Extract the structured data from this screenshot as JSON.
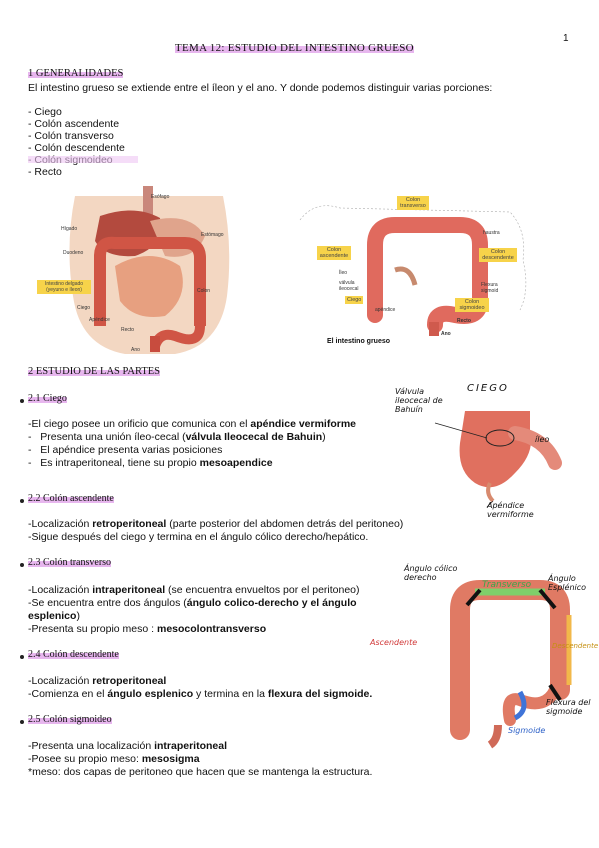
{
  "page_number": "1",
  "title": "TEMA 12: ESTUDIO DEL INTESTINO GRUESO",
  "s1": {
    "heading": "1 GENERALIDADES",
    "intro": "El intestino grueso se extiende entre el íleon y el ano. Y donde podemos distinguir varias porciones:",
    "items": [
      "- Ciego",
      "- Colón ascendente",
      "- Colón transverso",
      "- Colón descendente",
      "- Colón sigmoideo",
      "-  Recto"
    ]
  },
  "fig1": {
    "labels": {
      "esofago": "Esófago",
      "higado": "Hígado",
      "estomago": "Estómago",
      "duodeno": "Duodeno",
      "intestino": "Intestino delgado (yeyuno e íleon)",
      "colon": "Colon",
      "ciego": "Ciego",
      "apendice": "Apéndice",
      "recto": "Recto",
      "ano": "Ano"
    }
  },
  "fig2": {
    "caption": "El intestino grueso",
    "labels": {
      "transverso": "Colon transverso",
      "haustra": "haustra",
      "ascendente": "Colon ascendente",
      "descendente": "Colon descendente",
      "ileo": "Íleo",
      "valvula": "válvula ileocecal",
      "flexura": "Flexura sigmoid",
      "ciego": "Ciego",
      "sigmoideo": "Colon sigmoideo",
      "apendice": "apéndice",
      "recto": "Recto",
      "ano": "Ano"
    }
  },
  "s2": {
    "heading": "2 ESTUDIO DE LAS PARTES",
    "ciego": {
      "heading": "2.1 Ciego",
      "l1_a": "-El ciego posee un orificio que comunica con el ",
      "l1_b": "apéndice vermiforme",
      "l2_a": "Presenta una unión íleo-cecal (",
      "l2_b": "válvula Ileocecal de Bahuin",
      "l2_c": ")",
      "l3": "El apéndice presenta varias posiciones",
      "l4_a": "Es intraperitoneal, tiene su propio ",
      "l4_b": "mesoapendice"
    },
    "ascendente": {
      "heading": "2.2 Colón ascendente",
      "l1_a": "-Localización ",
      "l1_b": "retroperitoneal",
      "l1_c": " (parte posterior del abdomen detrás del peritoneo)",
      "l2": "-Sigue después del ciego y termina en el ángulo cólico derecho/hepático."
    },
    "transverso": {
      "heading": "2.3 Colón transverso",
      "l1_a": "-Localización ",
      "l1_b": "intraperitoneal",
      "l1_c": " (se encuentra envueltos por el peritoneo)",
      "l2_a": "-Se encuentra entre dos ángulos (",
      "l2_b": "ángulo colico-derecho y el ángulo",
      "l3_b": "esplenico",
      "l3_c": ")",
      "l4_a": "-Presenta su propio meso : ",
      "l4_b": "mesocolontransverso"
    },
    "descendente": {
      "heading": "2.4 Colón descendente",
      "l1_a": "-Localización ",
      "l1_b": "retroperitoneal",
      "l2_a": "-Comienza en el ",
      "l2_b": "ángulo esplenico",
      "l2_c": " y termina en la ",
      "l2_d": "flexura del sigmoide."
    },
    "sigmoideo": {
      "heading": "2.5 Colón sigmoideo",
      "l1_a": "-Presenta una localización ",
      "l1_b": "intraperitoneal",
      "l2_a": "-Posee su propio meso: ",
      "l2_b": "mesosigma",
      "l3": "*meso: dos capas de peritoneo que hacen que se mantenga la estructura."
    }
  },
  "sketch_ciego": {
    "title": "CIEGO",
    "valvula": "Válvula ileocecal de Bahuín",
    "ileo": "íleo",
    "apendice": "Apéndice vermiforme"
  },
  "sketch_colon": {
    "angulo_der": "Ángulo cólico derecho",
    "transverso": "Transverso",
    "angulo_esp": "Ángulo Esplénico",
    "ascendente": "Ascendente",
    "descendente": "Descendente",
    "flexura": "Flexura del sigmoide",
    "sigmoide": "Sigmoide"
  },
  "colors": {
    "highlight": "#e7b6ee",
    "colon": "#d9695a",
    "transverse": "#7fcf6a",
    "descending": "#f2b84a",
    "sigmoid": "#3f74d8",
    "label_red": "#d13a3a"
  }
}
